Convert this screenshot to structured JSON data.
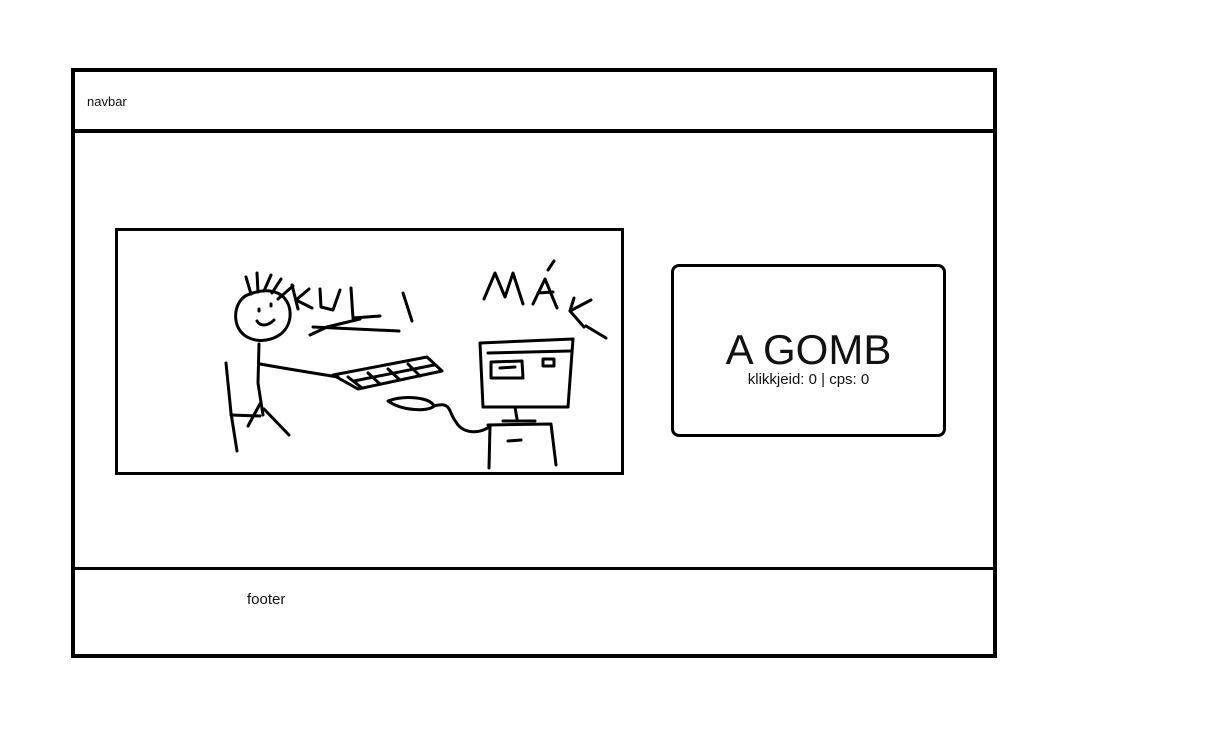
{
  "navbar": {
    "label": "navbar"
  },
  "illustration": {
    "handwritten_text": "KULI MÁK",
    "icon": "person-at-computer-sketch"
  },
  "click_button": {
    "title": "A GOMB",
    "stats": "klikkjeid: 0 | cps: 0"
  },
  "footer": {
    "label": "footer"
  },
  "colors": {
    "ink": "#000000",
    "background": "#ffffff"
  }
}
